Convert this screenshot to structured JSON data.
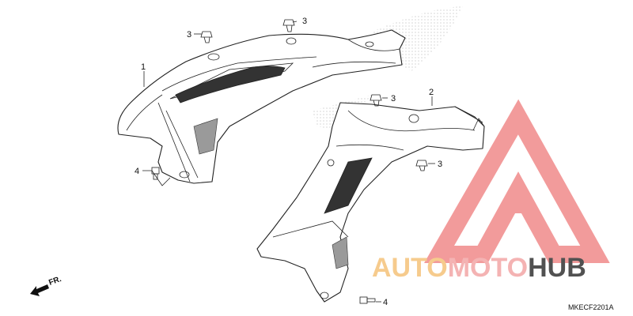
{
  "diagram": {
    "callouts": [
      {
        "id": "c1",
        "label": "1"
      },
      {
        "id": "c2",
        "label": "2"
      },
      {
        "id": "c3a",
        "label": "3"
      },
      {
        "id": "c3b",
        "label": "3"
      },
      {
        "id": "c3c",
        "label": "3"
      },
      {
        "id": "c3d",
        "label": "3"
      },
      {
        "id": "c4a",
        "label": "4"
      },
      {
        "id": "c4b",
        "label": "4"
      }
    ],
    "direction_label": "FR.",
    "diagram_code": "MKECF2201A"
  },
  "watermark": {
    "part1": "AUTO",
    "part2": "MOTO",
    "part3": "HUB",
    "colors": {
      "triangle": "#f08a8a",
      "auto": "#f5c27a",
      "moto": "#f3a6a6",
      "hub": "#333333"
    }
  }
}
